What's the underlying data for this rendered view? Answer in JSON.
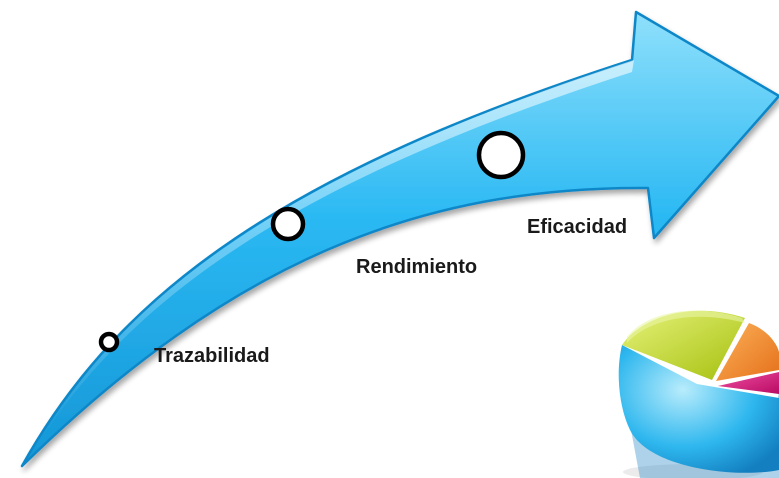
{
  "colors": {
    "arrow_fill_light": "#8fe0fb",
    "arrow_fill": "#2bb9f3",
    "arrow_fill_dark": "#1596d6",
    "arrow_stroke": "#0f87c8",
    "marker_fill": "#ffffff",
    "marker_stroke": "#000000",
    "pie_blue": "#2eb7ee",
    "pie_yellow_green": "#c2dc1c",
    "pie_orange": "#f68b1f",
    "pie_magenta": "#d8117a"
  },
  "stages": [
    {
      "label": "Trazabilidad"
    },
    {
      "label": "Rendimiento"
    },
    {
      "label": "Eficacidad"
    }
  ],
  "icons": {
    "pie": "pie-chart-icon"
  }
}
